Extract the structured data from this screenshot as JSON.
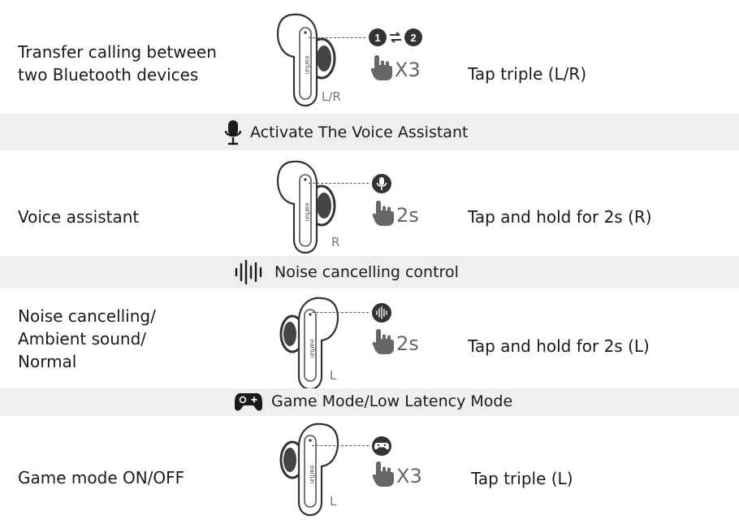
{
  "sections": [
    {
      "function": "Transfer calling between\ntwo Bluetooth devices",
      "gesture_count": "X3",
      "side_label": "L/R",
      "action": "Tap triple (L/R)",
      "target_icon": "device-switch-icon",
      "device_labels": [
        "1",
        "2"
      ]
    },
    {
      "band_icon": "microphone-icon",
      "band_title": "Activate The Voice Assistant",
      "function": "Voice assistant",
      "gesture_count": "2s",
      "side_label": "R",
      "action": "Tap and hold for 2s (R)",
      "target_icon": "microphone-badge-icon"
    },
    {
      "band_icon": "sound-wave-icon",
      "band_title": "Noise cancelling control",
      "function": "Noise cancelling/\nAmbient sound/\nNormal",
      "gesture_count": "2s",
      "side_label": "L",
      "action": "Tap and hold for 2s (L)",
      "target_icon": "sound-wave-badge-icon"
    },
    {
      "band_icon": "gamepad-icon",
      "band_title": "Game Mode/Low Latency Mode",
      "function": "Game mode ON/OFF",
      "gesture_count": "X3",
      "side_label": "L",
      "action": "Tap triple (L)",
      "target_icon": "gamepad-badge-icon"
    }
  ],
  "earbud_brand": "earfun",
  "colors": {
    "band_bg": "#efefef",
    "icon_dark": "#333333",
    "gesture_gray": "#666666"
  }
}
